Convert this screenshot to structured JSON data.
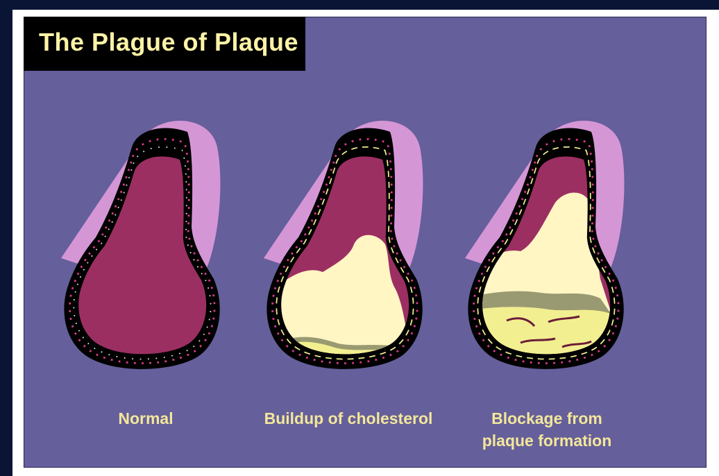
{
  "title": "The Plague of Plaque",
  "captions": {
    "normal": "Normal",
    "buildup": "Buildup of cholesterol",
    "blockage_line1": "Blockage from",
    "blockage_line2": "plaque formation"
  },
  "colors": {
    "background_outer": "#0a1535",
    "panel": "#655f9b",
    "title_box": "#000000",
    "title_text": "#fff3a6",
    "artery_wall": "#000000",
    "lumen": "#9c2f62",
    "outer_tissue": "#d596d6",
    "plaque_fat": "#fff6c4",
    "plaque_fibrous": "#9a9a72",
    "plaque_yellow": "#f2ef90",
    "caption_text": "#f3e79a"
  }
}
